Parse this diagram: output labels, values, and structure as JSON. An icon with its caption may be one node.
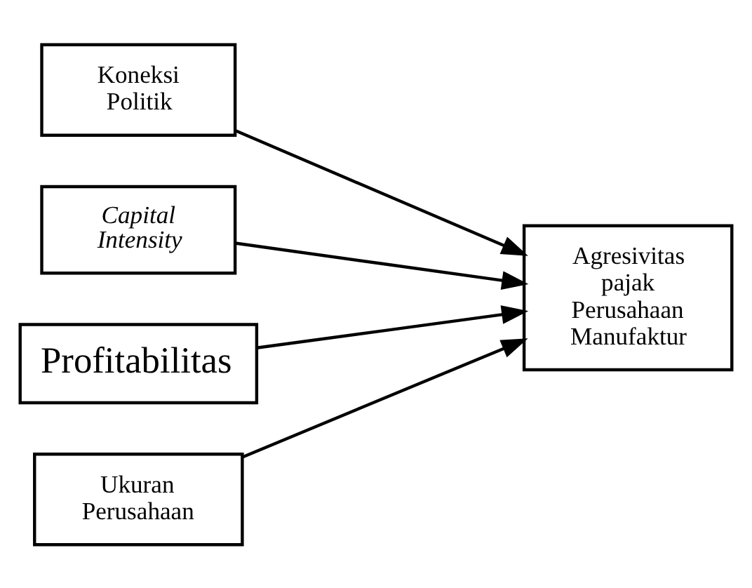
{
  "diagram": {
    "nodes": [
      {
        "text": [
          "Koneksi Politik"
        ]
      },
      {
        "text": [
          "Capital Intensity"
        ]
      },
      {
        "text": [
          "Profitabilitas"
        ]
      },
      {
        "text": [
          "Ukuran Perusahaan"
        ]
      },
      {
        "text": [
          "Agresivitas pajak Perusahaan Manufaktur"
        ]
      }
    ],
    "edges": [
      {
        "from": 0,
        "to": 4,
        "arrow": "to"
      },
      {
        "from": 1,
        "to": 4,
        "arrow": "to"
      },
      {
        "from": 2,
        "to": 4,
        "arrow": "to"
      },
      {
        "from": 3,
        "to": 4,
        "arrow": "to"
      }
    ]
  }
}
